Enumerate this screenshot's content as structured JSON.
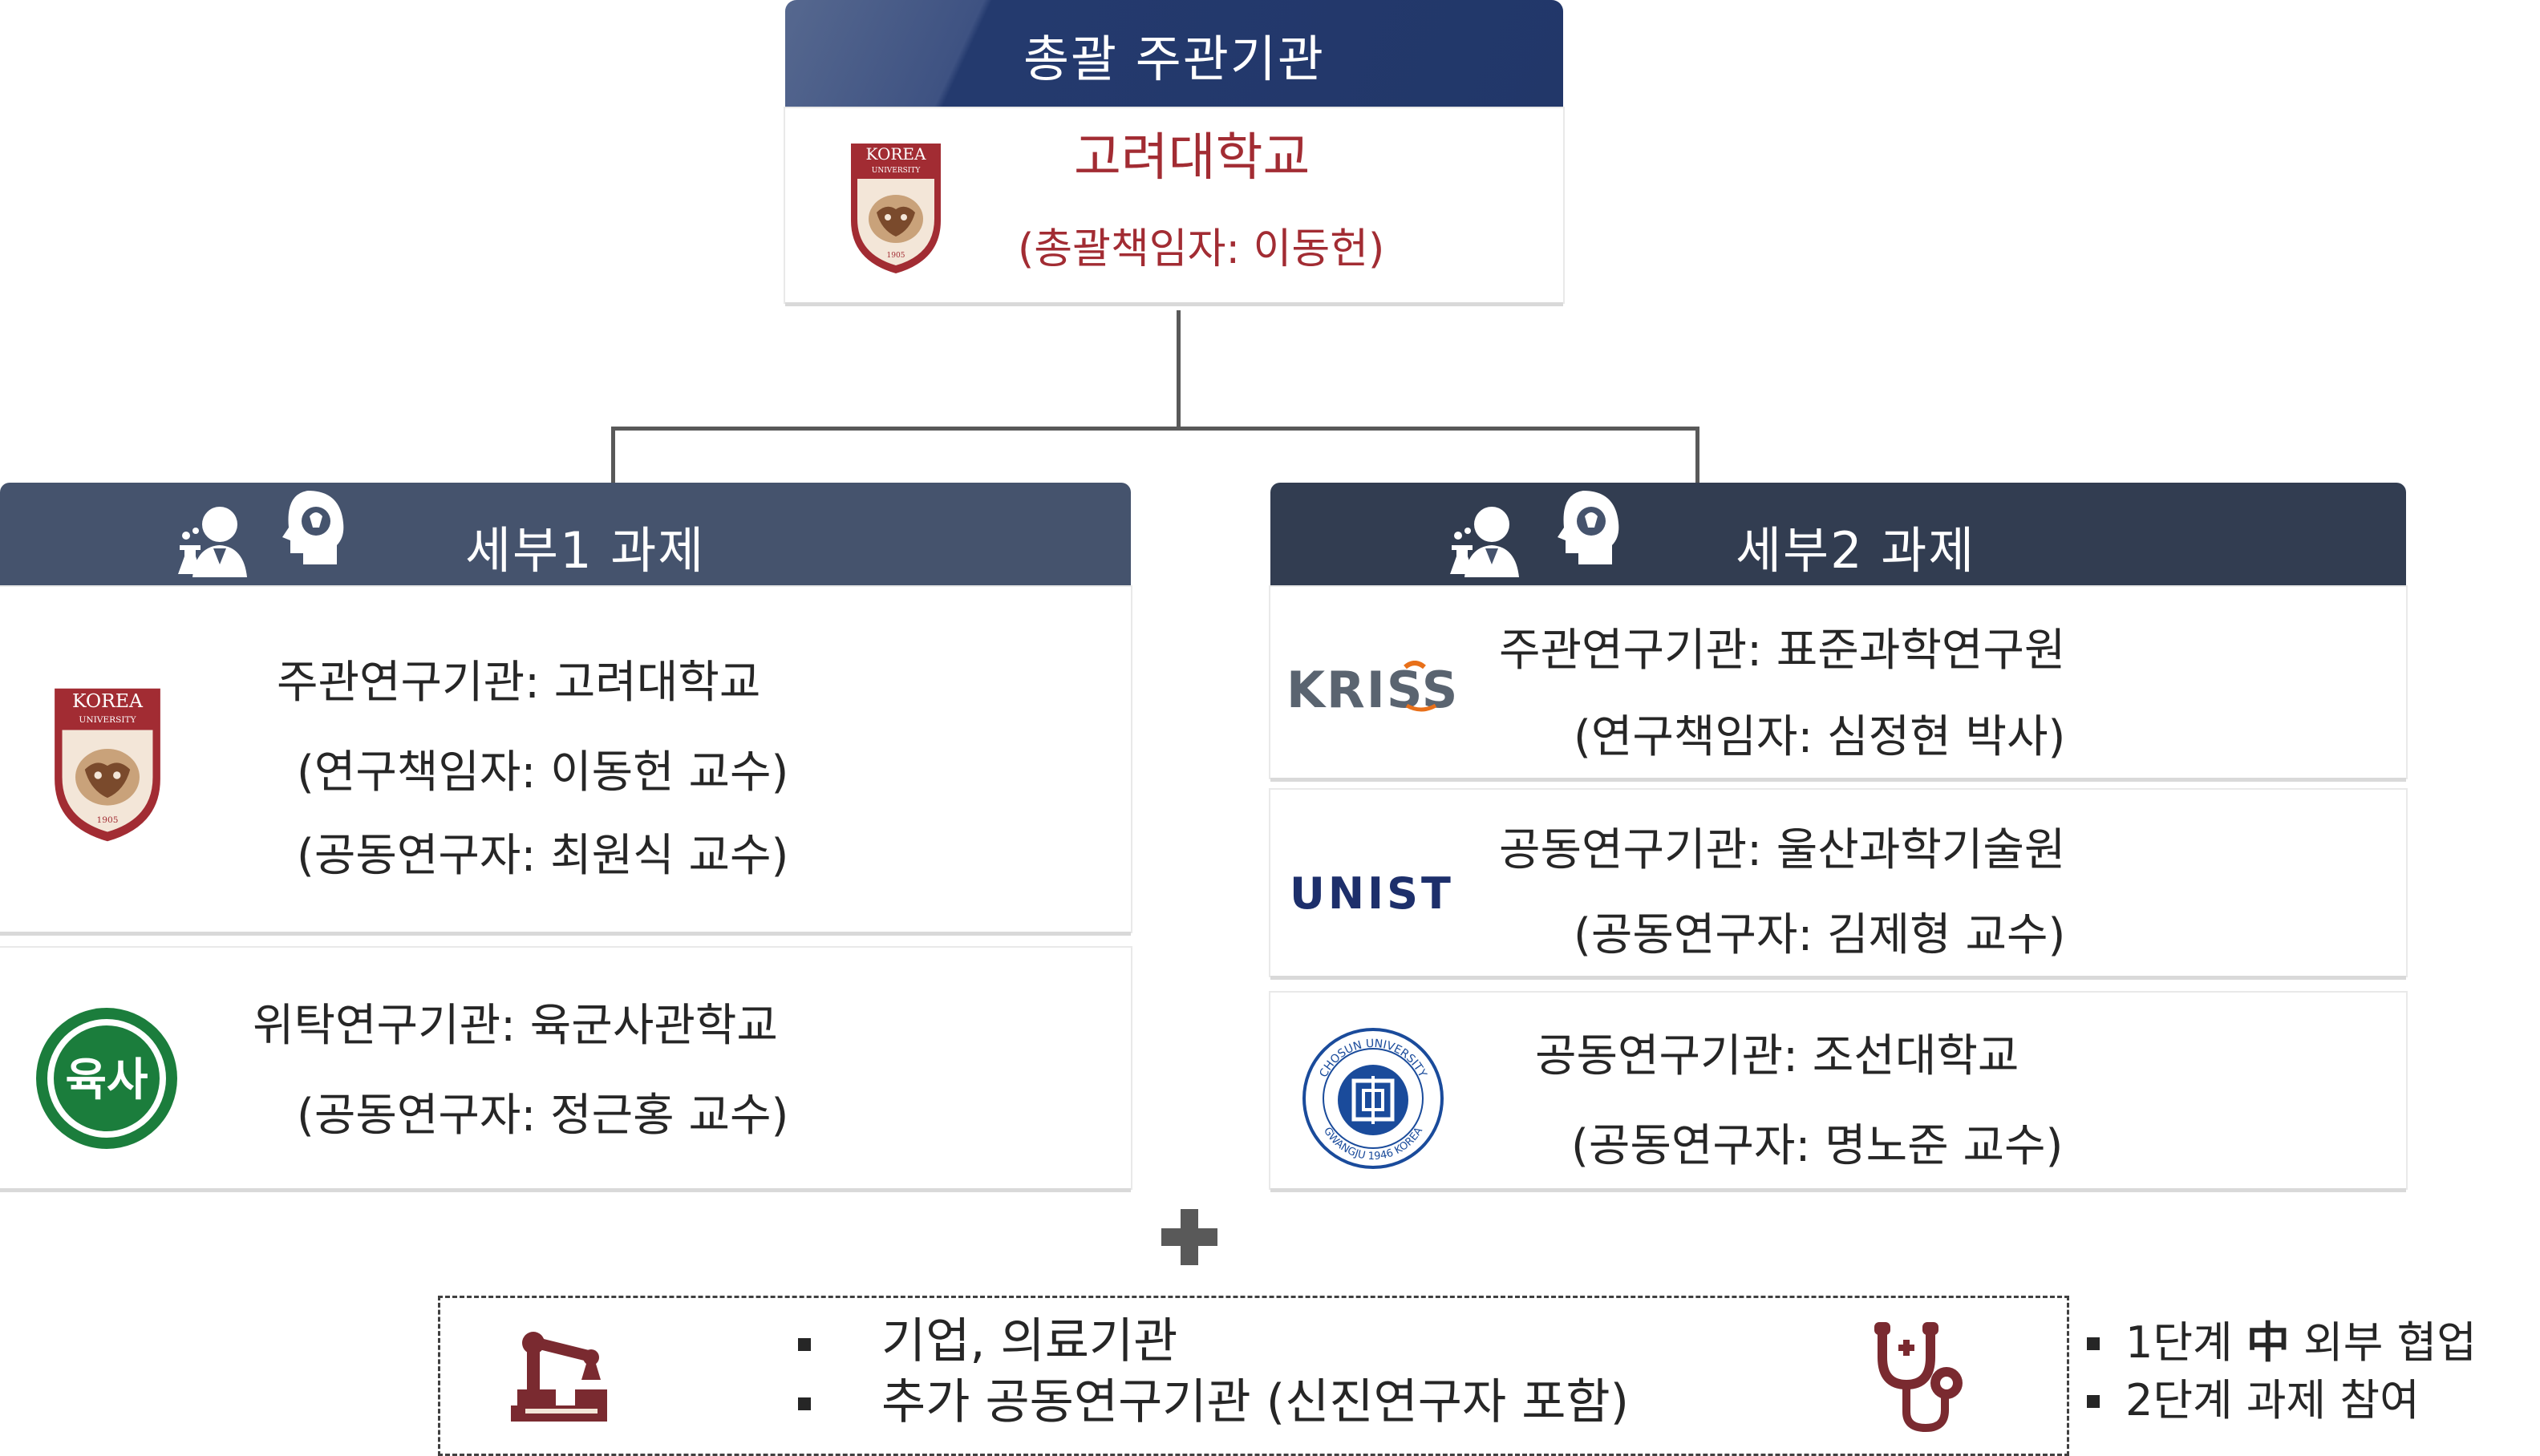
{
  "top": {
    "header": "총괄 주관기관",
    "logo_text": "KOREA",
    "logo_subtext": "UNIVERSITY",
    "logo_year": "1905",
    "institution": "고려대학교",
    "lead": "(총괄책임자: 이동헌)"
  },
  "sub1": {
    "header": "세부1 과제",
    "card1": {
      "logo_text": "KOREA",
      "logo_subtext": "UNIVERSITY",
      "logo_year": "1905",
      "line1": "주관연구기관: 고려대학교",
      "line2": "(연구책임자: 이동헌 교수)",
      "line3": "(공동연구자: 최원식 교수)"
    },
    "card2": {
      "logo_text": "육사",
      "line1": "위탁연구기관: 육군사관학교",
      "line2": "(공동연구자: 정근홍 교수)"
    }
  },
  "sub2": {
    "header": "세부2 과제",
    "card1": {
      "logo_text": "KRISS",
      "line1": "주관연구기관: 표준과학연구원",
      "line2": "(연구책임자: 심정현 박사)"
    },
    "card2": {
      "logo_text": "UNIST",
      "line1": "공동연구기관: 울산과학기술원",
      "line2": "(공동연구자: 김제형 교수)"
    },
    "card3": {
      "logo_text": "CHOSUN UNIVERSITY",
      "logo_subtext": "GWANGJU 1946 KOREA",
      "line1": "공동연구기관: 조선대학교",
      "line2": "(공동연구자: 명노준 교수)"
    }
  },
  "plus": "✚",
  "bottom": {
    "item1": "기업, 의료기관",
    "item2": "추가 공동연구기관 (신진연구자 포함)"
  },
  "side_notes": {
    "note1_prefix": "1단계 ",
    "note1_bold": "中",
    "note1_suffix": " 외부 협업",
    "note2": "2단계 과제 참여"
  },
  "colors": {
    "top_header": "#223769",
    "sub1_header": "#45536d",
    "sub2_header": "#323d51",
    "korea_crimson": "#a22c33",
    "army_green": "#1b7d3c",
    "kriss_gray": "#5a6470",
    "kriss_orange": "#e8701a",
    "unist_navy": "#1d2f6b",
    "chosun_blue": "#1a4b9b",
    "icon_maroon": "#7a2a30"
  },
  "icons": [
    "scientist-icon",
    "brain-lightbulb-icon",
    "industrial-robot-icon",
    "stethoscope-icon",
    "plus-icon"
  ]
}
